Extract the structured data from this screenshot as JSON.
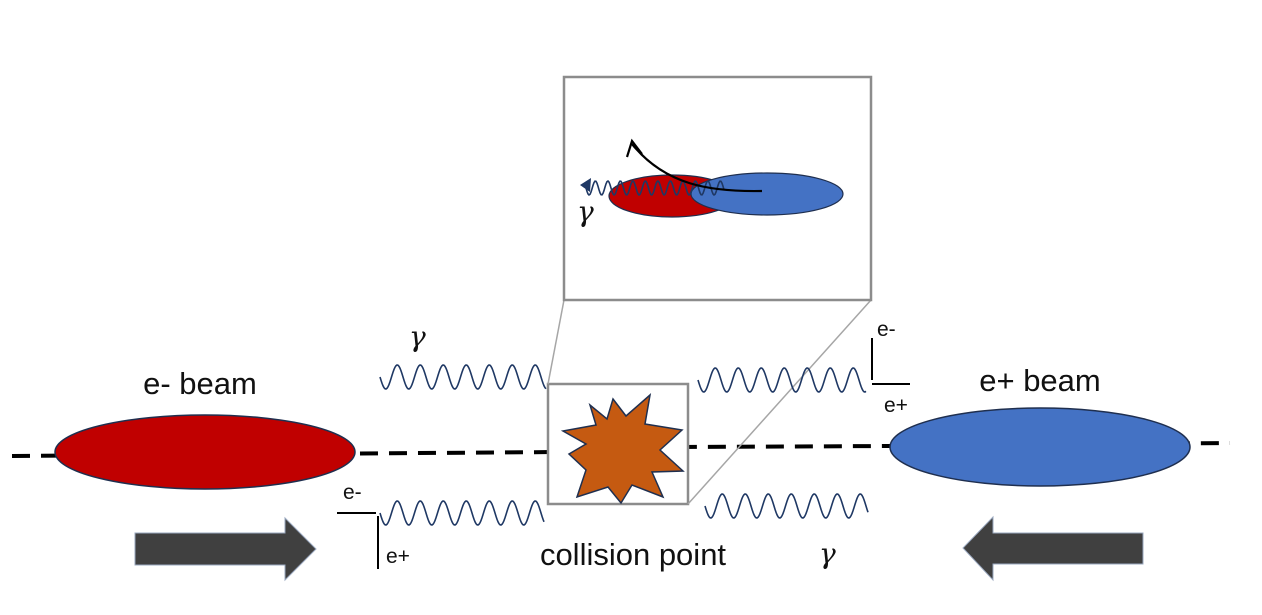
{
  "labels": {
    "electron_beam": "e- beam",
    "positron_beam": "e+ beam",
    "collision_point": "collision point",
    "photon_symbol": "γ",
    "pair_electron": "e-",
    "pair_positron": "e+"
  },
  "colors": {
    "electron_beam": "#c00000",
    "positron_beam": "#4472c4",
    "explosion": "#c55a11",
    "arrow": "#404040",
    "wave": "#1f3864",
    "frame": "#8c8c8c"
  }
}
